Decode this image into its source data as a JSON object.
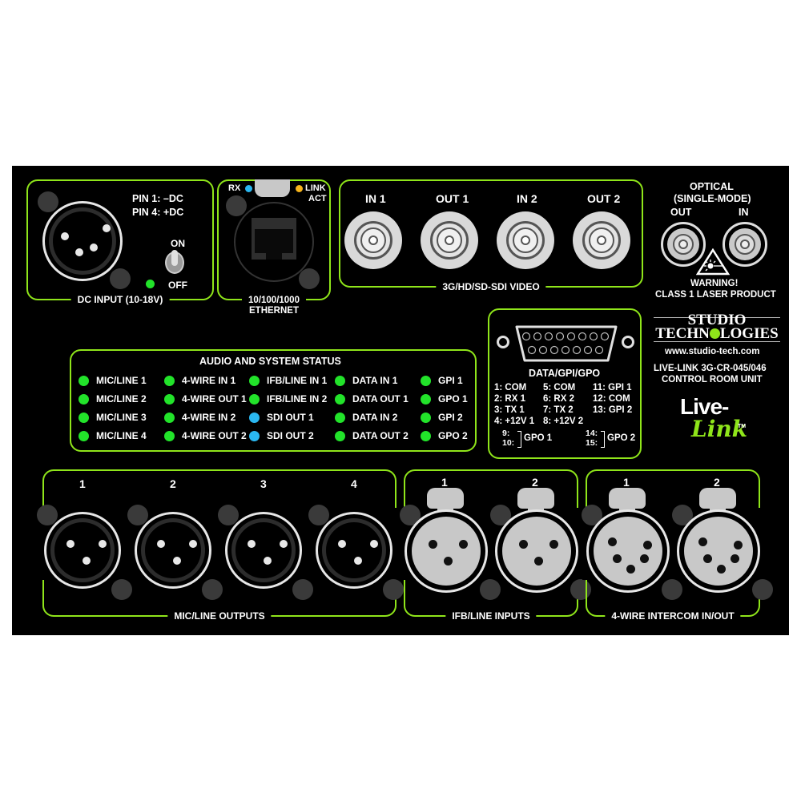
{
  "colors": {
    "panel": "#000000",
    "outline": "#8fe51a",
    "led_green": "#22e32a",
    "led_blue": "#2ab7f0",
    "led_amber": "#f7b51c",
    "connector_gray": "#c8c8c8",
    "screw": "#3a3a3a"
  },
  "dc_input": {
    "label": "DC INPUT (10-18V)",
    "pin1": "PIN 1: –DC",
    "pin4": "PIN 4: +DC",
    "switch_on": "ON",
    "switch_off": "OFF",
    "power_led": "green"
  },
  "ethernet": {
    "label_line1": "10/100/1000",
    "label_line2": "ETHERNET",
    "rx_label": "RX",
    "link_label": "LINK",
    "act_label": "ACT"
  },
  "sdi_video": {
    "label": "3G/HD/SD-SDI VIDEO",
    "connectors": [
      {
        "label": "IN 1"
      },
      {
        "label": "OUT 1"
      },
      {
        "label": "IN 2"
      },
      {
        "label": "OUT 2"
      }
    ]
  },
  "optical": {
    "title_line1": "OPTICAL",
    "title_line2": "(SINGLE-MODE)",
    "out_label": "OUT",
    "in_label": "IN",
    "warning_line1": "WARNING!",
    "warning_line2": "CLASS 1 LASER PRODUCT",
    "laser_icon": "laser-warning-icon"
  },
  "status": {
    "title": "AUDIO AND SYSTEM STATUS",
    "columns": [
      [
        {
          "label": "MIC/LINE 1",
          "color": "green"
        },
        {
          "label": "MIC/LINE 2",
          "color": "green"
        },
        {
          "label": "MIC/LINE 3",
          "color": "green"
        },
        {
          "label": "MIC/LINE 4",
          "color": "green"
        }
      ],
      [
        {
          "label": "4-WIRE IN 1",
          "color": "green"
        },
        {
          "label": "4-WIRE OUT 1",
          "color": "green"
        },
        {
          "label": "4-WIRE IN 2",
          "color": "green"
        },
        {
          "label": "4-WIRE OUT 2",
          "color": "green"
        }
      ],
      [
        {
          "label": "IFB/LINE IN 1",
          "color": "green"
        },
        {
          "label": "IFB/LINE IN 2",
          "color": "green"
        },
        {
          "label": "SDI OUT 1",
          "color": "blue"
        },
        {
          "label": "SDI OUT 2",
          "color": "blue"
        }
      ],
      [
        {
          "label": "DATA IN 1",
          "color": "green"
        },
        {
          "label": "DATA OUT 1",
          "color": "green"
        },
        {
          "label": "DATA IN 2",
          "color": "green"
        },
        {
          "label": "DATA OUT 2",
          "color": "green"
        }
      ],
      [
        {
          "label": "GPI 1",
          "color": "green"
        },
        {
          "label": "GPO 1",
          "color": "green"
        },
        {
          "label": "GPI 2",
          "color": "green"
        },
        {
          "label": "GPO 2",
          "color": "green"
        }
      ]
    ]
  },
  "data_gpio": {
    "title": "DATA/GPI/GPO",
    "col1": [
      "1: COM",
      "2: RX 1",
      "3: TX 1",
      "4: +12V 1"
    ],
    "col2": [
      "5: COM",
      "6: RX 2",
      "7: TX 2",
      "8: +12V 2"
    ],
    "col3": [
      "11: GPI 1",
      "12: COM",
      "13: GPI 2"
    ],
    "gpo1_pins": [
      "9:",
      "10:"
    ],
    "gpo1_label": "GPO 1",
    "gpo2_pins": [
      "14:",
      "15:"
    ],
    "gpo2_label": "GPO 2"
  },
  "branding": {
    "company_line1": "STUDIO",
    "company_line2a": "TECHN",
    "company_line2b": "LOGIES",
    "website": "www.studio-tech.com",
    "model_line1": "LIVE-LINK 3G-CR-045/046",
    "model_line2": "CONTROL ROOM UNIT",
    "product_word1": "Live-",
    "product_word2": "Link",
    "trademark": "TM"
  },
  "mic_line_outputs": {
    "label": "MIC/LINE OUTPUTS",
    "connectors": [
      {
        "label": "1"
      },
      {
        "label": "2"
      },
      {
        "label": "3"
      },
      {
        "label": "4"
      }
    ]
  },
  "ifb_line_inputs": {
    "label": "IFB/LINE INPUTS",
    "connectors": [
      {
        "label": "1"
      },
      {
        "label": "2"
      }
    ]
  },
  "intercom": {
    "label": "4-WIRE INTERCOM IN/OUT",
    "connectors": [
      {
        "label": "1"
      },
      {
        "label": "2"
      }
    ]
  }
}
